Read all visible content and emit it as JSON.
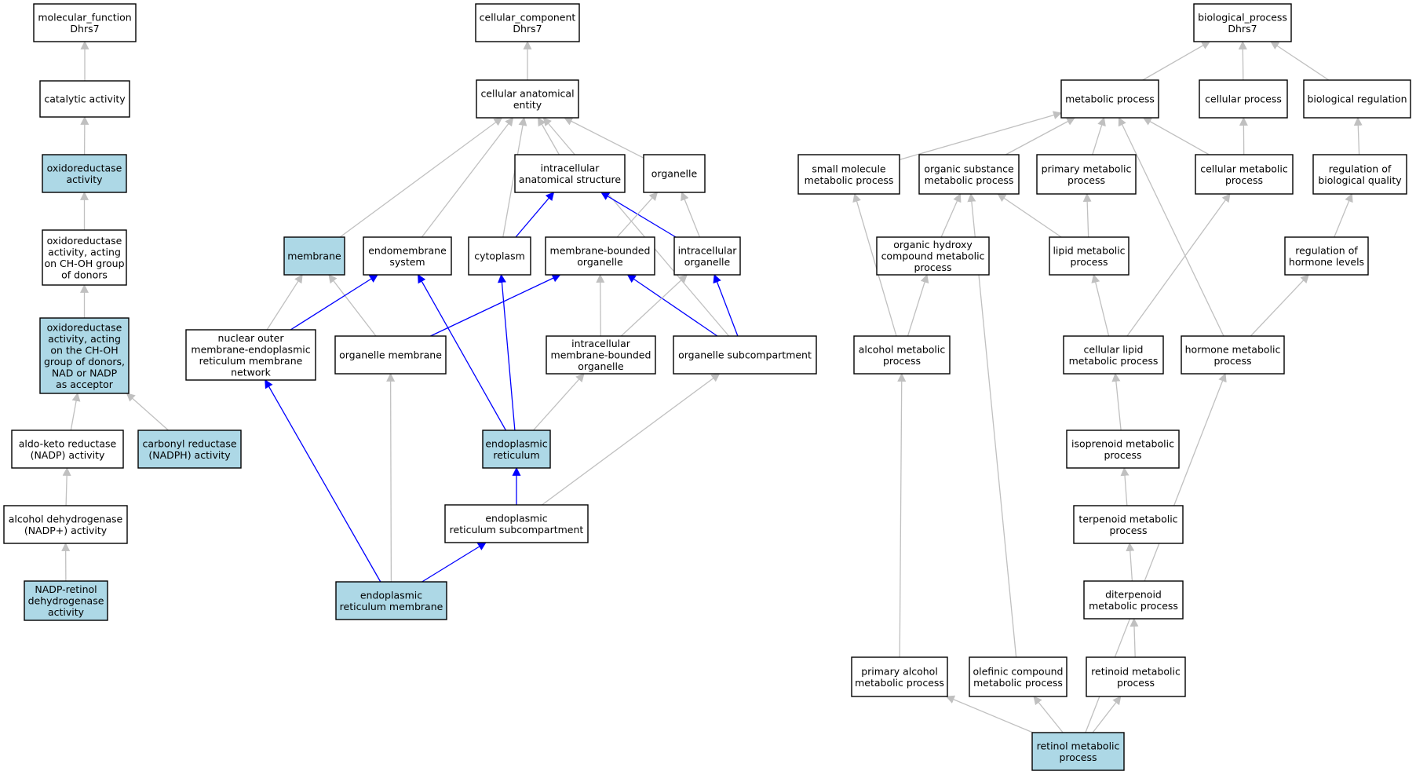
{
  "colors": {
    "highlight_fill": "#add8e6",
    "default_fill": "#ffffff",
    "edge_gray": "#c0c0c0",
    "edge_blue": "#0000ff"
  },
  "nodes": [
    {
      "id": "mf_root",
      "lines": [
        "molecular_function",
        "Dhrs7"
      ],
      "highlight": false
    },
    {
      "id": "catalytic",
      "lines": [
        "catalytic activity"
      ],
      "highlight": false
    },
    {
      "id": "oxred",
      "lines": [
        "oxidoreductase",
        "activity"
      ],
      "highlight": true
    },
    {
      "id": "oxred_choh",
      "lines": [
        "oxidoreductase",
        "activity, acting",
        "on CH-OH group",
        "of donors"
      ],
      "highlight": false
    },
    {
      "id": "oxred_nad",
      "lines": [
        "oxidoreductase",
        "activity, acting",
        "on the CH-OH",
        "group of donors,",
        "NAD or NADP",
        "as acceptor"
      ],
      "highlight": true
    },
    {
      "id": "aldoketo",
      "lines": [
        "aldo-keto reductase",
        "(NADP) activity"
      ],
      "highlight": false
    },
    {
      "id": "carbonyl",
      "lines": [
        "carbonyl reductase",
        "(NADPH) activity"
      ],
      "highlight": true
    },
    {
      "id": "alcdh",
      "lines": [
        "alcohol dehydrogenase",
        "(NADP+) activity"
      ],
      "highlight": false
    },
    {
      "id": "nadp_retinol",
      "lines": [
        "NADP-retinol",
        "dehydrogenase",
        "activity"
      ],
      "highlight": true
    },
    {
      "id": "cc_root",
      "lines": [
        "cellular_component",
        "Dhrs7"
      ],
      "highlight": false
    },
    {
      "id": "cae",
      "lines": [
        "cellular anatomical",
        "entity"
      ],
      "highlight": false
    },
    {
      "id": "ias",
      "lines": [
        "intracellular",
        "anatomical structure"
      ],
      "highlight": false
    },
    {
      "id": "organelle",
      "lines": [
        "organelle"
      ],
      "highlight": false
    },
    {
      "id": "membrane",
      "lines": [
        "membrane"
      ],
      "highlight": true
    },
    {
      "id": "endomem",
      "lines": [
        "endomembrane",
        "system"
      ],
      "highlight": false
    },
    {
      "id": "cytoplasm",
      "lines": [
        "cytoplasm"
      ],
      "highlight": false
    },
    {
      "id": "mbo",
      "lines": [
        "membrane-bounded",
        "organelle"
      ],
      "highlight": false
    },
    {
      "id": "intra_org",
      "lines": [
        "intracellular",
        "organelle"
      ],
      "highlight": false
    },
    {
      "id": "nuclear_outer",
      "lines": [
        "nuclear outer",
        "membrane-endoplasmic",
        "reticulum membrane",
        "network"
      ],
      "highlight": false
    },
    {
      "id": "org_mem",
      "lines": [
        "organelle membrane"
      ],
      "highlight": false
    },
    {
      "id": "imbo",
      "lines": [
        "intracellular",
        "membrane-bounded",
        "organelle"
      ],
      "highlight": false
    },
    {
      "id": "org_sub",
      "lines": [
        "organelle subcompartment"
      ],
      "highlight": false
    },
    {
      "id": "er",
      "lines": [
        "endoplasmic",
        "reticulum"
      ],
      "highlight": true
    },
    {
      "id": "er_sub",
      "lines": [
        "endoplasmic",
        "reticulum subcompartment"
      ],
      "highlight": false
    },
    {
      "id": "er_mem",
      "lines": [
        "endoplasmic",
        "reticulum membrane"
      ],
      "highlight": true
    },
    {
      "id": "bp_root",
      "lines": [
        "biological_process",
        "Dhrs7"
      ],
      "highlight": false
    },
    {
      "id": "metabolic",
      "lines": [
        "metabolic process"
      ],
      "highlight": false
    },
    {
      "id": "cellular_proc",
      "lines": [
        "cellular process"
      ],
      "highlight": false
    },
    {
      "id": "bio_reg",
      "lines": [
        "biological regulation"
      ],
      "highlight": false
    },
    {
      "id": "small_mol",
      "lines": [
        "small molecule",
        "metabolic process"
      ],
      "highlight": false
    },
    {
      "id": "org_subst",
      "lines": [
        "organic substance",
        "metabolic process"
      ],
      "highlight": false
    },
    {
      "id": "primary_met",
      "lines": [
        "primary metabolic",
        "process"
      ],
      "highlight": false
    },
    {
      "id": "cell_met",
      "lines": [
        "cellular metabolic",
        "process"
      ],
      "highlight": false
    },
    {
      "id": "reg_bioq",
      "lines": [
        "regulation of",
        "biological quality"
      ],
      "highlight": false
    },
    {
      "id": "org_hydroxy",
      "lines": [
        "organic hydroxy",
        "compound metabolic",
        "process"
      ],
      "highlight": false
    },
    {
      "id": "lipid_met",
      "lines": [
        "lipid metabolic",
        "process"
      ],
      "highlight": false
    },
    {
      "id": "reg_hormone",
      "lines": [
        "regulation of",
        "hormone levels"
      ],
      "highlight": false
    },
    {
      "id": "alc_met",
      "lines": [
        "alcohol metabolic",
        "process"
      ],
      "highlight": false
    },
    {
      "id": "cell_lipid",
      "lines": [
        "cellular lipid",
        "metabolic process"
      ],
      "highlight": false
    },
    {
      "id": "hormone_met",
      "lines": [
        "hormone metabolic",
        "process"
      ],
      "highlight": false
    },
    {
      "id": "isoprenoid",
      "lines": [
        "isoprenoid metabolic",
        "process"
      ],
      "highlight": false
    },
    {
      "id": "terpenoid",
      "lines": [
        "terpenoid metabolic",
        "process"
      ],
      "highlight": false
    },
    {
      "id": "diterpenoid",
      "lines": [
        "diterpenoid",
        "metabolic process"
      ],
      "highlight": false
    },
    {
      "id": "prim_alc",
      "lines": [
        "primary alcohol",
        "metabolic process"
      ],
      "highlight": false
    },
    {
      "id": "olefinic",
      "lines": [
        "olefinic compound",
        "metabolic process"
      ],
      "highlight": false
    },
    {
      "id": "retinoid",
      "lines": [
        "retinoid metabolic",
        "process"
      ],
      "highlight": false
    },
    {
      "id": "retinol",
      "lines": [
        "retinol metabolic",
        "process"
      ],
      "highlight": true
    }
  ],
  "edges": [
    {
      "from": "catalytic",
      "to": "mf_root",
      "color": "gray"
    },
    {
      "from": "oxred",
      "to": "catalytic",
      "color": "gray"
    },
    {
      "from": "oxred_choh",
      "to": "oxred",
      "color": "gray"
    },
    {
      "from": "oxred_nad",
      "to": "oxred_choh",
      "color": "gray"
    },
    {
      "from": "aldoketo",
      "to": "oxred_nad",
      "color": "gray"
    },
    {
      "from": "carbonyl",
      "to": "oxred_nad",
      "color": "gray"
    },
    {
      "from": "alcdh",
      "to": "aldoketo",
      "color": "gray"
    },
    {
      "from": "nadp_retinol",
      "to": "alcdh",
      "color": "gray"
    },
    {
      "from": "cae",
      "to": "cc_root",
      "color": "gray"
    },
    {
      "from": "ias",
      "to": "cae",
      "color": "gray"
    },
    {
      "from": "organelle",
      "to": "cae",
      "color": "gray"
    },
    {
      "from": "membrane",
      "to": "cae",
      "color": "gray"
    },
    {
      "from": "endomem",
      "to": "cae",
      "color": "gray"
    },
    {
      "from": "cytoplasm",
      "to": "cae",
      "color": "gray"
    },
    {
      "from": "org_sub",
      "to": "cae",
      "color": "gray"
    },
    {
      "from": "cytoplasm",
      "to": "ias",
      "color": "blue"
    },
    {
      "from": "intra_org",
      "to": "ias",
      "color": "blue"
    },
    {
      "from": "mbo",
      "to": "organelle",
      "color": "gray"
    },
    {
      "from": "intra_org",
      "to": "organelle",
      "color": "gray"
    },
    {
      "from": "nuclear_outer",
      "to": "membrane",
      "color": "gray"
    },
    {
      "from": "org_mem",
      "to": "membrane",
      "color": "gray"
    },
    {
      "from": "nuclear_outer",
      "to": "endomem",
      "color": "blue"
    },
    {
      "from": "er",
      "to": "endomem",
      "color": "blue"
    },
    {
      "from": "er",
      "to": "cytoplasm",
      "color": "blue"
    },
    {
      "from": "org_mem",
      "to": "mbo",
      "color": "blue"
    },
    {
      "from": "imbo",
      "to": "mbo",
      "color": "gray"
    },
    {
      "from": "org_sub",
      "to": "mbo",
      "color": "blue"
    },
    {
      "from": "imbo",
      "to": "intra_org",
      "color": "gray"
    },
    {
      "from": "org_sub",
      "to": "intra_org",
      "color": "blue"
    },
    {
      "from": "er_mem",
      "to": "nuclear_outer",
      "color": "blue"
    },
    {
      "from": "er_mem",
      "to": "org_mem",
      "color": "gray"
    },
    {
      "from": "er",
      "to": "imbo",
      "color": "gray"
    },
    {
      "from": "er_sub",
      "to": "org_sub",
      "color": "gray"
    },
    {
      "from": "er_sub",
      "to": "er",
      "color": "blue"
    },
    {
      "from": "er_mem",
      "to": "er_sub",
      "color": "blue"
    },
    {
      "from": "metabolic",
      "to": "bp_root",
      "color": "gray"
    },
    {
      "from": "cellular_proc",
      "to": "bp_root",
      "color": "gray"
    },
    {
      "from": "bio_reg",
      "to": "bp_root",
      "color": "gray"
    },
    {
      "from": "small_mol",
      "to": "metabolic",
      "color": "gray"
    },
    {
      "from": "org_subst",
      "to": "metabolic",
      "color": "gray"
    },
    {
      "from": "primary_met",
      "to": "metabolic",
      "color": "gray"
    },
    {
      "from": "cell_met",
      "to": "metabolic",
      "color": "gray"
    },
    {
      "from": "hormone_met",
      "to": "metabolic",
      "color": "gray"
    },
    {
      "from": "cell_met",
      "to": "cellular_proc",
      "color": "gray"
    },
    {
      "from": "reg_bioq",
      "to": "bio_reg",
      "color": "gray"
    },
    {
      "from": "org_hydroxy",
      "to": "org_subst",
      "color": "gray"
    },
    {
      "from": "lipid_met",
      "to": "org_subst",
      "color": "gray"
    },
    {
      "from": "olefinic",
      "to": "org_subst",
      "color": "gray"
    },
    {
      "from": "lipid_met",
      "to": "primary_met",
      "color": "gray"
    },
    {
      "from": "cell_lipid",
      "to": "cell_met",
      "color": "gray"
    },
    {
      "from": "reg_hormone",
      "to": "reg_bioq",
      "color": "gray"
    },
    {
      "from": "alc_met",
      "to": "small_mol",
      "color": "gray"
    },
    {
      "from": "alc_met",
      "to": "org_hydroxy",
      "color": "gray"
    },
    {
      "from": "cell_lipid",
      "to": "lipid_met",
      "color": "gray"
    },
    {
      "from": "hormone_met",
      "to": "reg_hormone",
      "color": "gray"
    },
    {
      "from": "prim_alc",
      "to": "alc_met",
      "color": "gray"
    },
    {
      "from": "isoprenoid",
      "to": "cell_lipid",
      "color": "gray"
    },
    {
      "from": "terpenoid",
      "to": "isoprenoid",
      "color": "gray"
    },
    {
      "from": "diterpenoid",
      "to": "terpenoid",
      "color": "gray"
    },
    {
      "from": "retinoid",
      "to": "diterpenoid",
      "color": "gray"
    },
    {
      "from": "retinol",
      "to": "prim_alc",
      "color": "gray"
    },
    {
      "from": "retinol",
      "to": "olefinic",
      "color": "gray"
    },
    {
      "from": "retinol",
      "to": "retinoid",
      "color": "gray"
    },
    {
      "from": "retinol",
      "to": "hormone_met",
      "color": "gray"
    }
  ]
}
